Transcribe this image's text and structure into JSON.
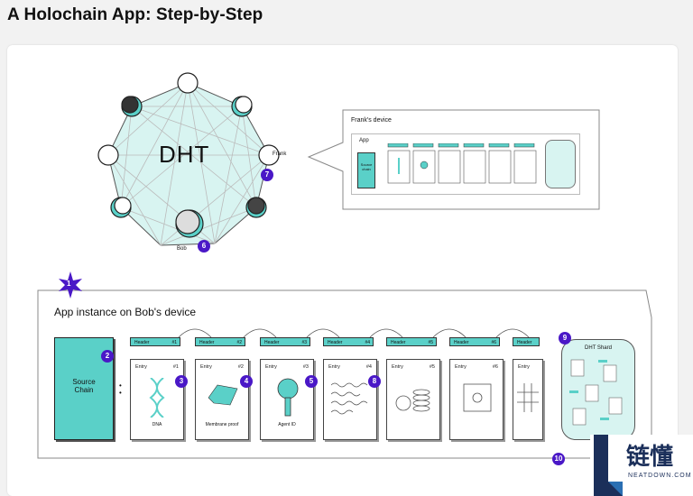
{
  "page": {
    "title": "A Holochain App: Step-by-Step"
  },
  "dht": {
    "label": "DHT",
    "frank": "Frank",
    "bob": "Bob",
    "frank_num": "7",
    "bob_num": "6"
  },
  "frank_device": {
    "title": "Frank's device",
    "app": "App",
    "source_chain": "Source chain"
  },
  "app_instance": {
    "title": "App instance on Bob's device",
    "star_num": "1"
  },
  "source_chain": {
    "label_line1": "Source",
    "label_line2": "Chain",
    "num": "2"
  },
  "headers": [
    {
      "label": "Header",
      "index": "#1"
    },
    {
      "label": "Header",
      "index": "#2"
    },
    {
      "label": "Header",
      "index": "#3"
    },
    {
      "label": "Header",
      "index": "#4"
    },
    {
      "label": "Header",
      "index": "#5"
    },
    {
      "label": "Header",
      "index": "#6"
    },
    {
      "label": "Header",
      "index": ""
    }
  ],
  "entries": [
    {
      "label": "Entry",
      "index": "#1",
      "caption": "DNA",
      "num": "3"
    },
    {
      "label": "Entry",
      "index": "#2",
      "caption": "Membrane proof",
      "num": "4"
    },
    {
      "label": "Entry",
      "index": "#3",
      "caption": "Agent ID",
      "num": "5"
    },
    {
      "label": "Entry",
      "index": "#4",
      "caption": "",
      "num": "8"
    },
    {
      "label": "Entry",
      "index": "#5",
      "caption": "",
      "num": ""
    },
    {
      "label": "Entry",
      "index": "#6",
      "caption": "",
      "num": ""
    },
    {
      "label": "Entry",
      "index": "",
      "caption": "",
      "num": ""
    }
  ],
  "dht_shard": {
    "label": "DHT Shard",
    "num": "9"
  },
  "chain_end": {
    "num": "10"
  },
  "watermark": {
    "chars": "链懂",
    "site": "NEATDOWN.COM"
  },
  "colors": {
    "teal": "#5ad0c8",
    "purple": "#4a18c7",
    "dark": "#222222"
  }
}
